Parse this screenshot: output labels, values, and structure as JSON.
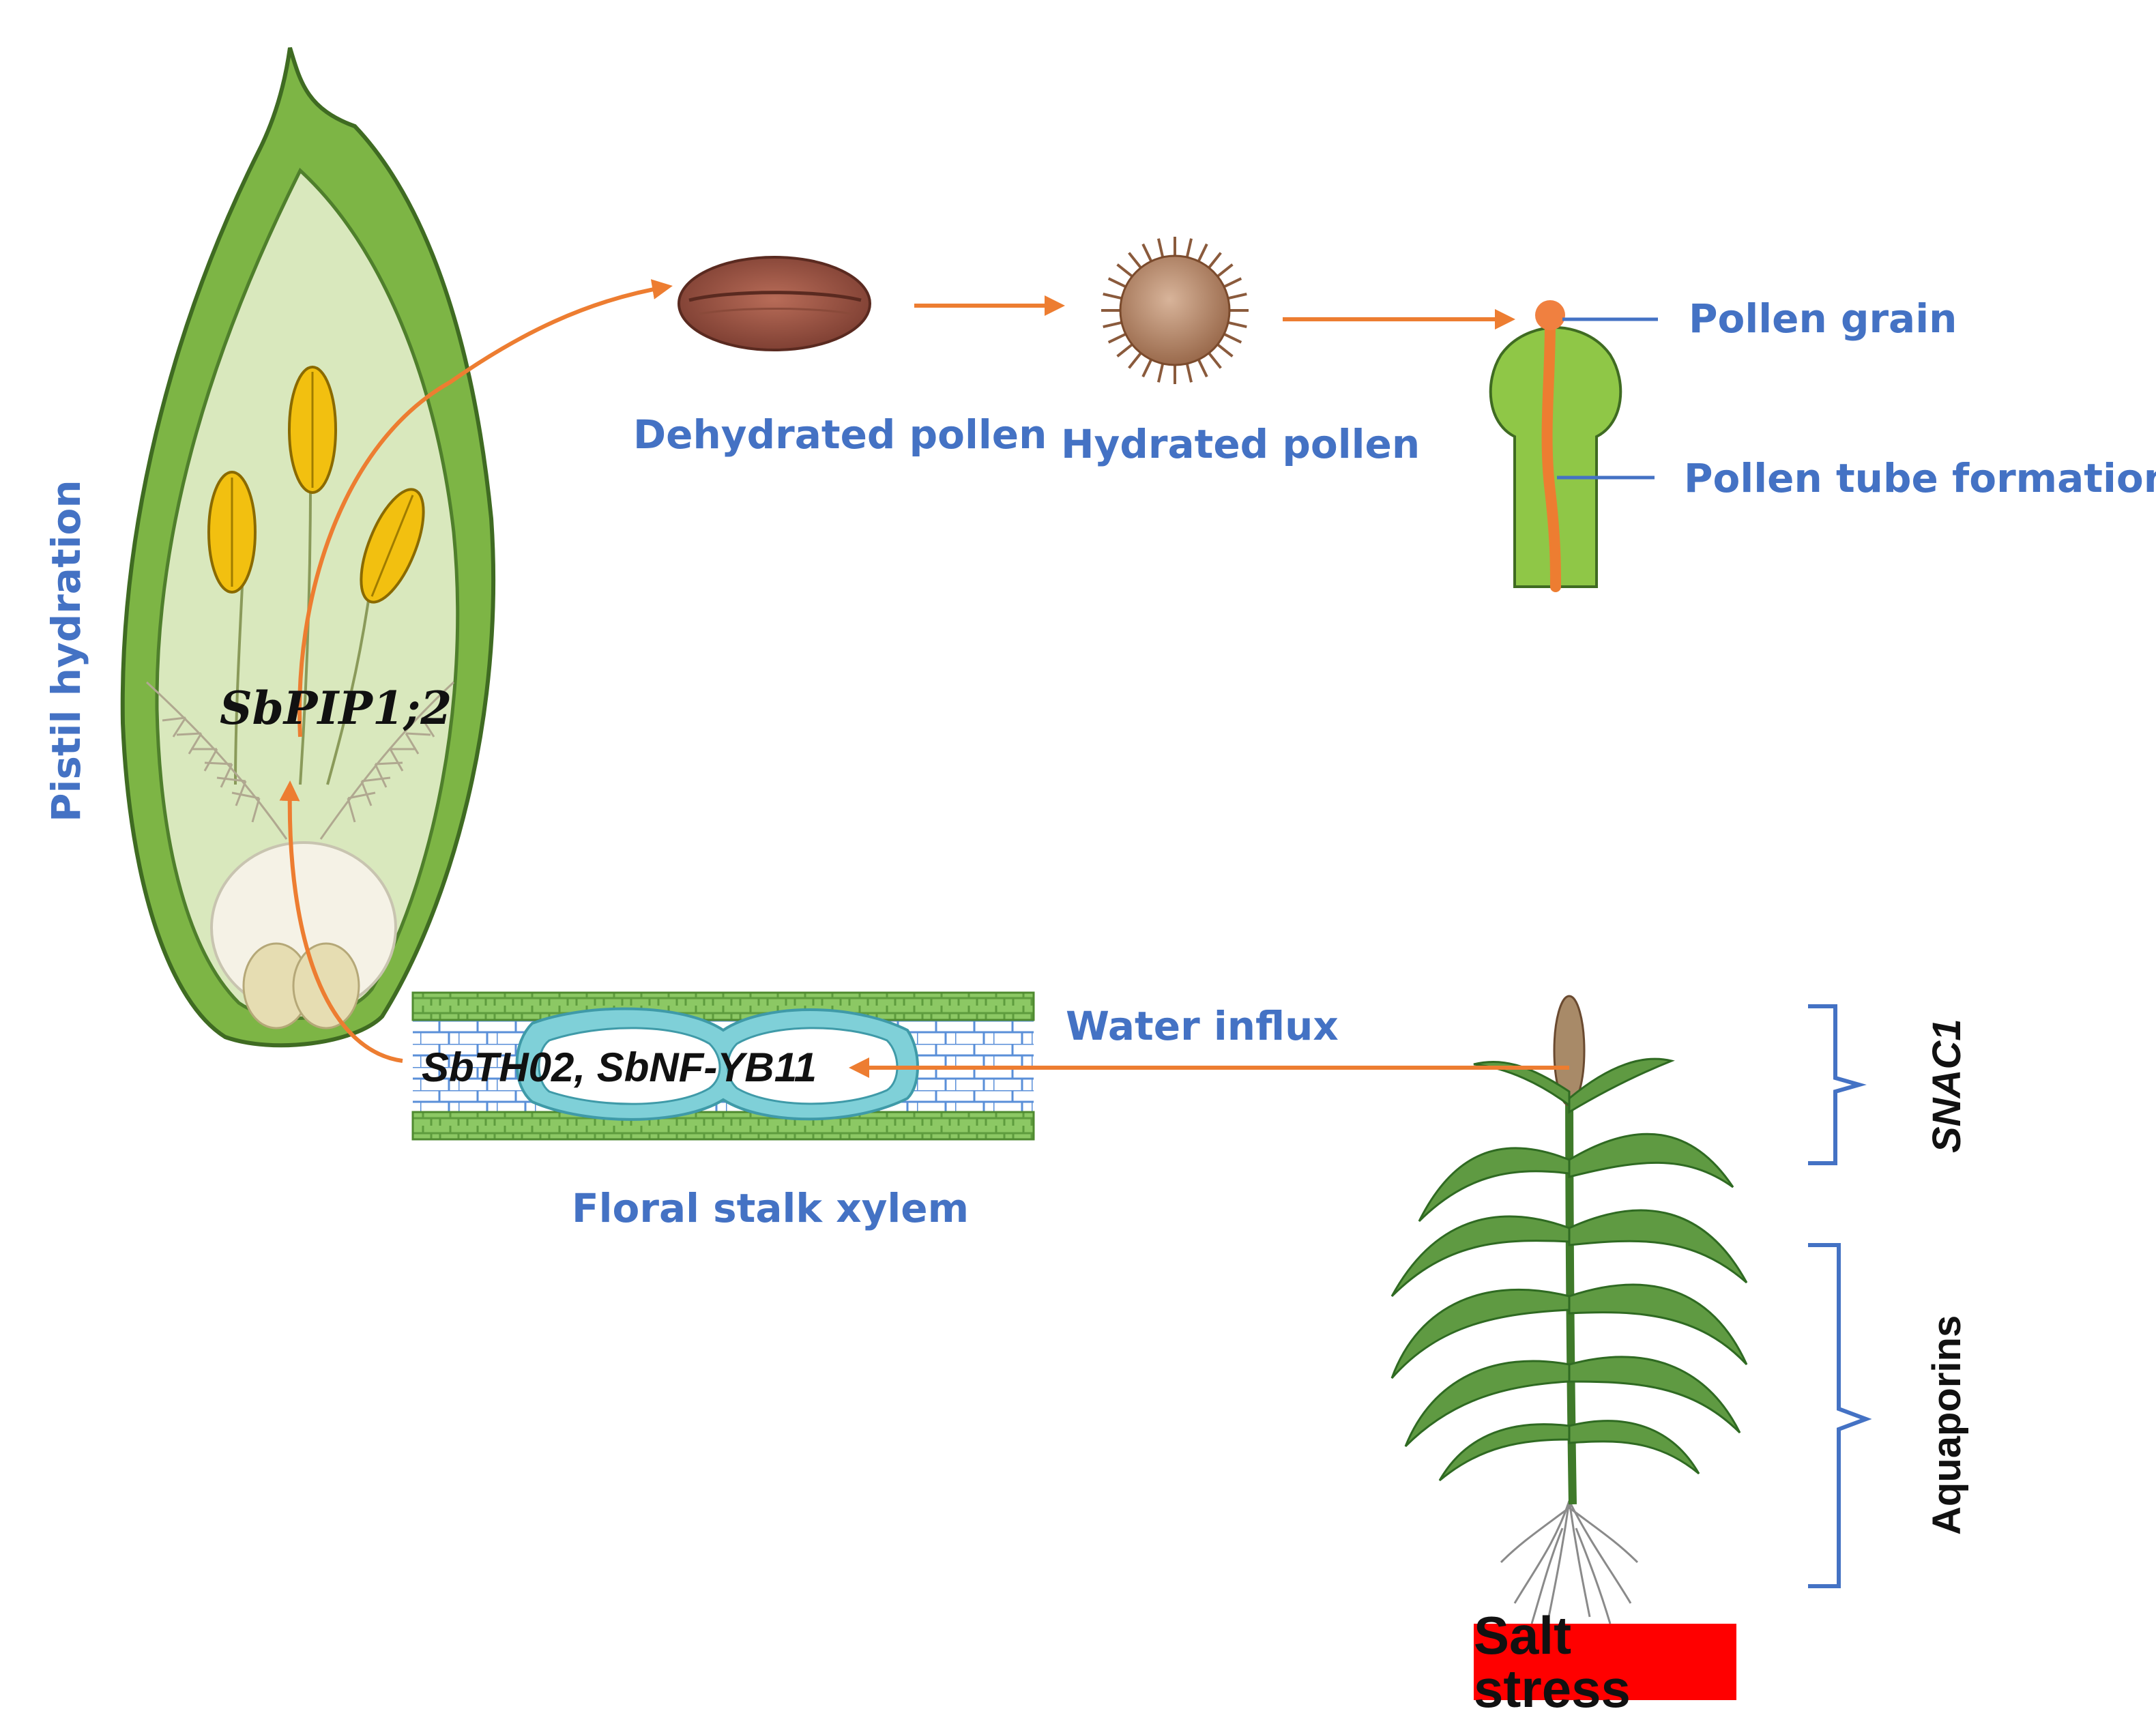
{
  "labels": {
    "pistil_hydration": "Pistil hydration",
    "dehydrated_pollen": "Dehydrated pollen",
    "hydrated_pollen": "Hydrated pollen",
    "pollen_grain": "Pollen grain",
    "pollen_tube_formation": "Pollen tube formation",
    "water_influx": "Water influx",
    "floral_stalk_xylem": "Floral stalk xylem",
    "salt_stress": "Salt stress"
  },
  "genes": {
    "pistil_gene": "SbPIP1;2",
    "xylem_genes": "SbTH02, SbNF-YB11",
    "panicle_gene": "SNAC1",
    "stem_genes": "Aquaporins"
  },
  "colors": {
    "label_blue": "#4472c4",
    "arrow_orange": "#ed7d31",
    "salt_red": "#ff0000",
    "leaf_green": "#6ba33e",
    "pistil_inner": "#d9e8bd",
    "anther_yellow": "#f2c010"
  }
}
